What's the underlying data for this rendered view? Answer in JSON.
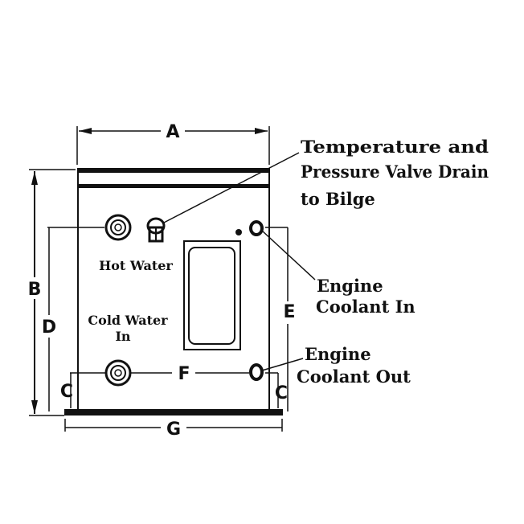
{
  "dimensions": {
    "a": "A",
    "b": "B",
    "c": "C",
    "d": "D",
    "e": "E",
    "f": "F",
    "g": "G"
  },
  "callouts": {
    "temp_valve": [
      "Temperature and",
      "Pressure Valve Drain",
      "to Bilge"
    ],
    "hot_water": "Hot Water",
    "cold_water": [
      "Cold Water",
      "In"
    ],
    "coolant_in": [
      "Engine",
      "Coolant In"
    ],
    "coolant_out": [
      "Engine",
      "Coolant Out"
    ]
  }
}
